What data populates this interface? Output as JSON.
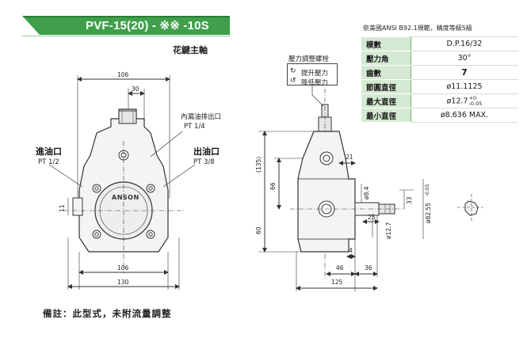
{
  "header": {
    "title": "PVF-15(20) - ※※ -10S",
    "subtitle": "花鍵主軸",
    "banner_color": "#3f9f4b"
  },
  "spec": {
    "caption": "依美國ANSI B92.1規範，精度等級5級",
    "rows": [
      {
        "label": "模數",
        "value": "D.P.16/32"
      },
      {
        "label": "壓力角",
        "value": "30°"
      },
      {
        "label": "齒數",
        "value": "7"
      },
      {
        "label": "節圓直徑",
        "value": "ø11.1125"
      },
      {
        "label": "最大直徑",
        "value": "ø12.7",
        "tol_upper": "+0",
        "tol_lower": "-0.05"
      },
      {
        "label": "最小直徑",
        "value": "ø8.636 MAX."
      }
    ],
    "label_bg": "#d5ead2"
  },
  "valve": {
    "title": "壓力調整螺栓",
    "increase": "提升壓力",
    "decrease": "降低壓力"
  },
  "ports": {
    "inlet": "進油口",
    "inlet_size": "PT 1/2",
    "outlet": "出油口",
    "outlet_size": "PT 3/8",
    "drain": "內漏油排出口",
    "drain_size": "PT 1/4"
  },
  "brand": "ANSON",
  "dims": {
    "top_width": "106",
    "top_offset": "30",
    "bottom_inner": "106",
    "bottom_outer": "130",
    "left_11": "11",
    "side_135": "(135)",
    "side_66": "66",
    "side_60": "60",
    "d21": "21",
    "d8_4": "ø8.4",
    "d25": "25",
    "d12_7": "ø12.7",
    "d33": "33",
    "d82_55": "ø82.55",
    "d82_tol": "-0.05",
    "d4": "4",
    "d46": "46",
    "d36": "36",
    "d125": "125"
  },
  "note": "備註：此型式，未附流量調整"
}
